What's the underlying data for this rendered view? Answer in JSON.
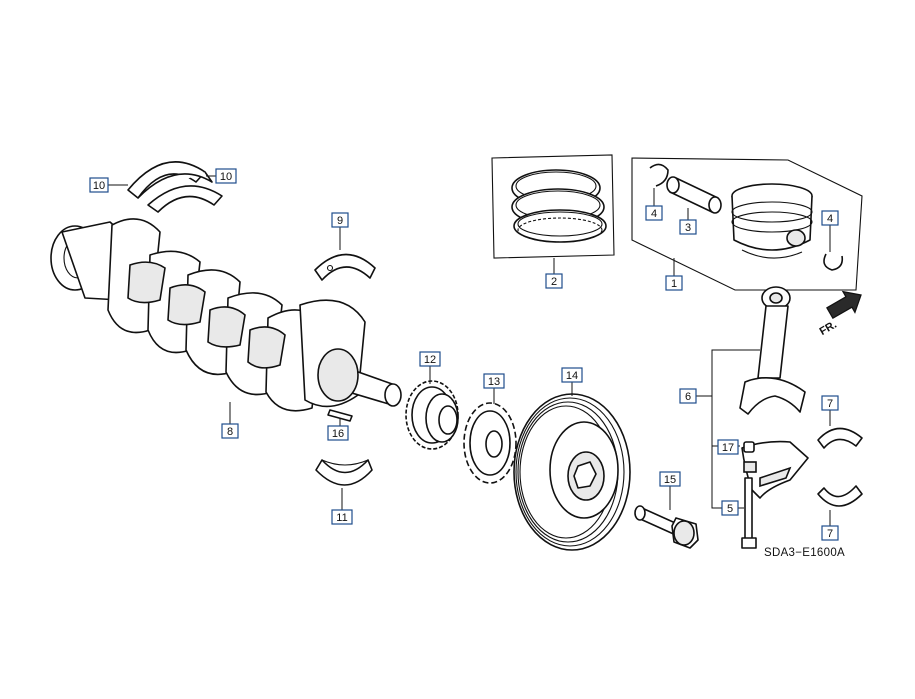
{
  "diagram_code": "SDA3−E1600A",
  "direction_label": "FR.",
  "callouts": [
    {
      "id": "c10a",
      "label": "10"
    },
    {
      "id": "c10b",
      "label": "10"
    },
    {
      "id": "c9",
      "label": "9"
    },
    {
      "id": "c2",
      "label": "2"
    },
    {
      "id": "c4a",
      "label": "4"
    },
    {
      "id": "c3",
      "label": "3"
    },
    {
      "id": "c4b",
      "label": "4"
    },
    {
      "id": "c1",
      "label": "1"
    },
    {
      "id": "c8",
      "label": "8"
    },
    {
      "id": "c16",
      "label": "16"
    },
    {
      "id": "c11",
      "label": "11"
    },
    {
      "id": "c12",
      "label": "12"
    },
    {
      "id": "c13",
      "label": "13"
    },
    {
      "id": "c14",
      "label": "14"
    },
    {
      "id": "c15",
      "label": "15"
    },
    {
      "id": "c6",
      "label": "6"
    },
    {
      "id": "c7a",
      "label": "7"
    },
    {
      "id": "c17",
      "label": "17"
    },
    {
      "id": "c5",
      "label": "5"
    },
    {
      "id": "c7b",
      "label": "7"
    }
  ]
}
